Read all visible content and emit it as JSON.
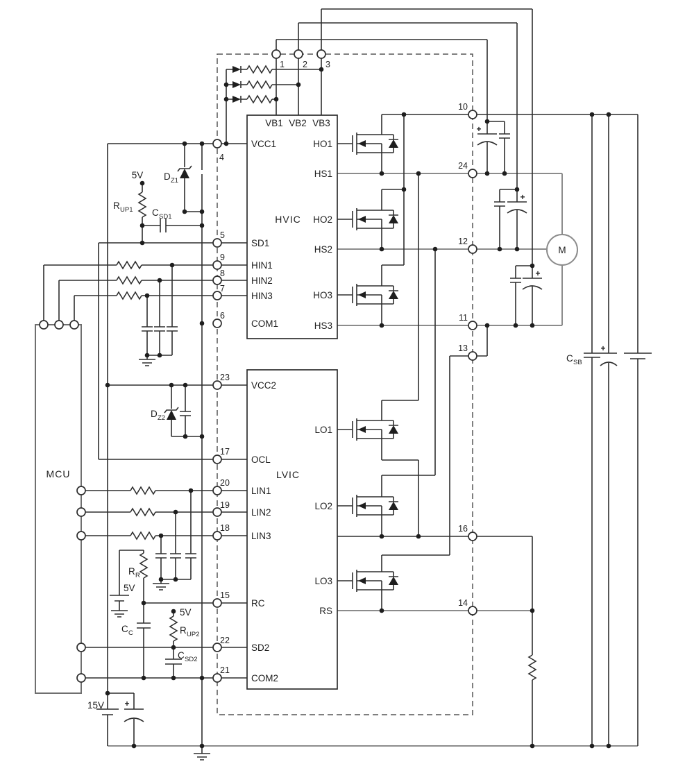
{
  "hvic": {
    "name": "HVIC",
    "vb1": "VB1",
    "vb2": "VB2",
    "vb3": "VB3",
    "vcc1": "VCC1",
    "sd1": "SD1",
    "hin1": "HIN1",
    "hin2": "HIN2",
    "hin3": "HIN3",
    "com1": "COM1",
    "ho1": "HO1",
    "hs1": "HS1",
    "ho2": "HO2",
    "hs2": "HS2",
    "ho3": "HO3",
    "hs3": "HS3"
  },
  "lvic": {
    "name": "LVIC",
    "vcc2": "VCC2",
    "ocl": "OCL",
    "lin1": "LIN1",
    "lin2": "LIN2",
    "lin3": "LIN3",
    "rc": "RC",
    "sd2": "SD2",
    "com2": "COM2",
    "lo1": "LO1",
    "lo2": "LO2",
    "lo3": "LO3",
    "rs": "RS"
  },
  "mcu": {
    "name": "MCU"
  },
  "motor": {
    "label": "M"
  },
  "pins": {
    "p1": "1",
    "p2": "2",
    "p3": "3",
    "p4": "4",
    "p5": "5",
    "p6": "6",
    "p7": "7",
    "p8": "8",
    "p9": "9",
    "p10": "10",
    "p11": "11",
    "p12": "12",
    "p13": "13",
    "p14": "14",
    "p15": "15",
    "p16": "16",
    "p17": "17",
    "p18": "18",
    "p19": "19",
    "p20": "20",
    "p21": "21",
    "p22": "22",
    "p23": "23",
    "p24": "24"
  },
  "components": {
    "rup1": {
      "name": "R",
      "sub": "UP1"
    },
    "csd1": {
      "name": "C",
      "sub": "SD1"
    },
    "dz1": {
      "name": "D",
      "sub": "Z1"
    },
    "dz2": {
      "name": "D",
      "sub": "Z2"
    },
    "rr": {
      "name": "R",
      "sub": "R"
    },
    "cc": {
      "name": "C",
      "sub": "C"
    },
    "rup2": {
      "name": "R",
      "sub": "UP2"
    },
    "csd2": {
      "name": "C",
      "sub": "SD2"
    },
    "csb": {
      "name": "C",
      "sub": "SB"
    }
  },
  "supplies": {
    "v5_rup1": "5V",
    "v5_rr": "5V",
    "v5_rup2": "5V",
    "v15": "15V"
  },
  "sym": {
    "plus": "+"
  }
}
